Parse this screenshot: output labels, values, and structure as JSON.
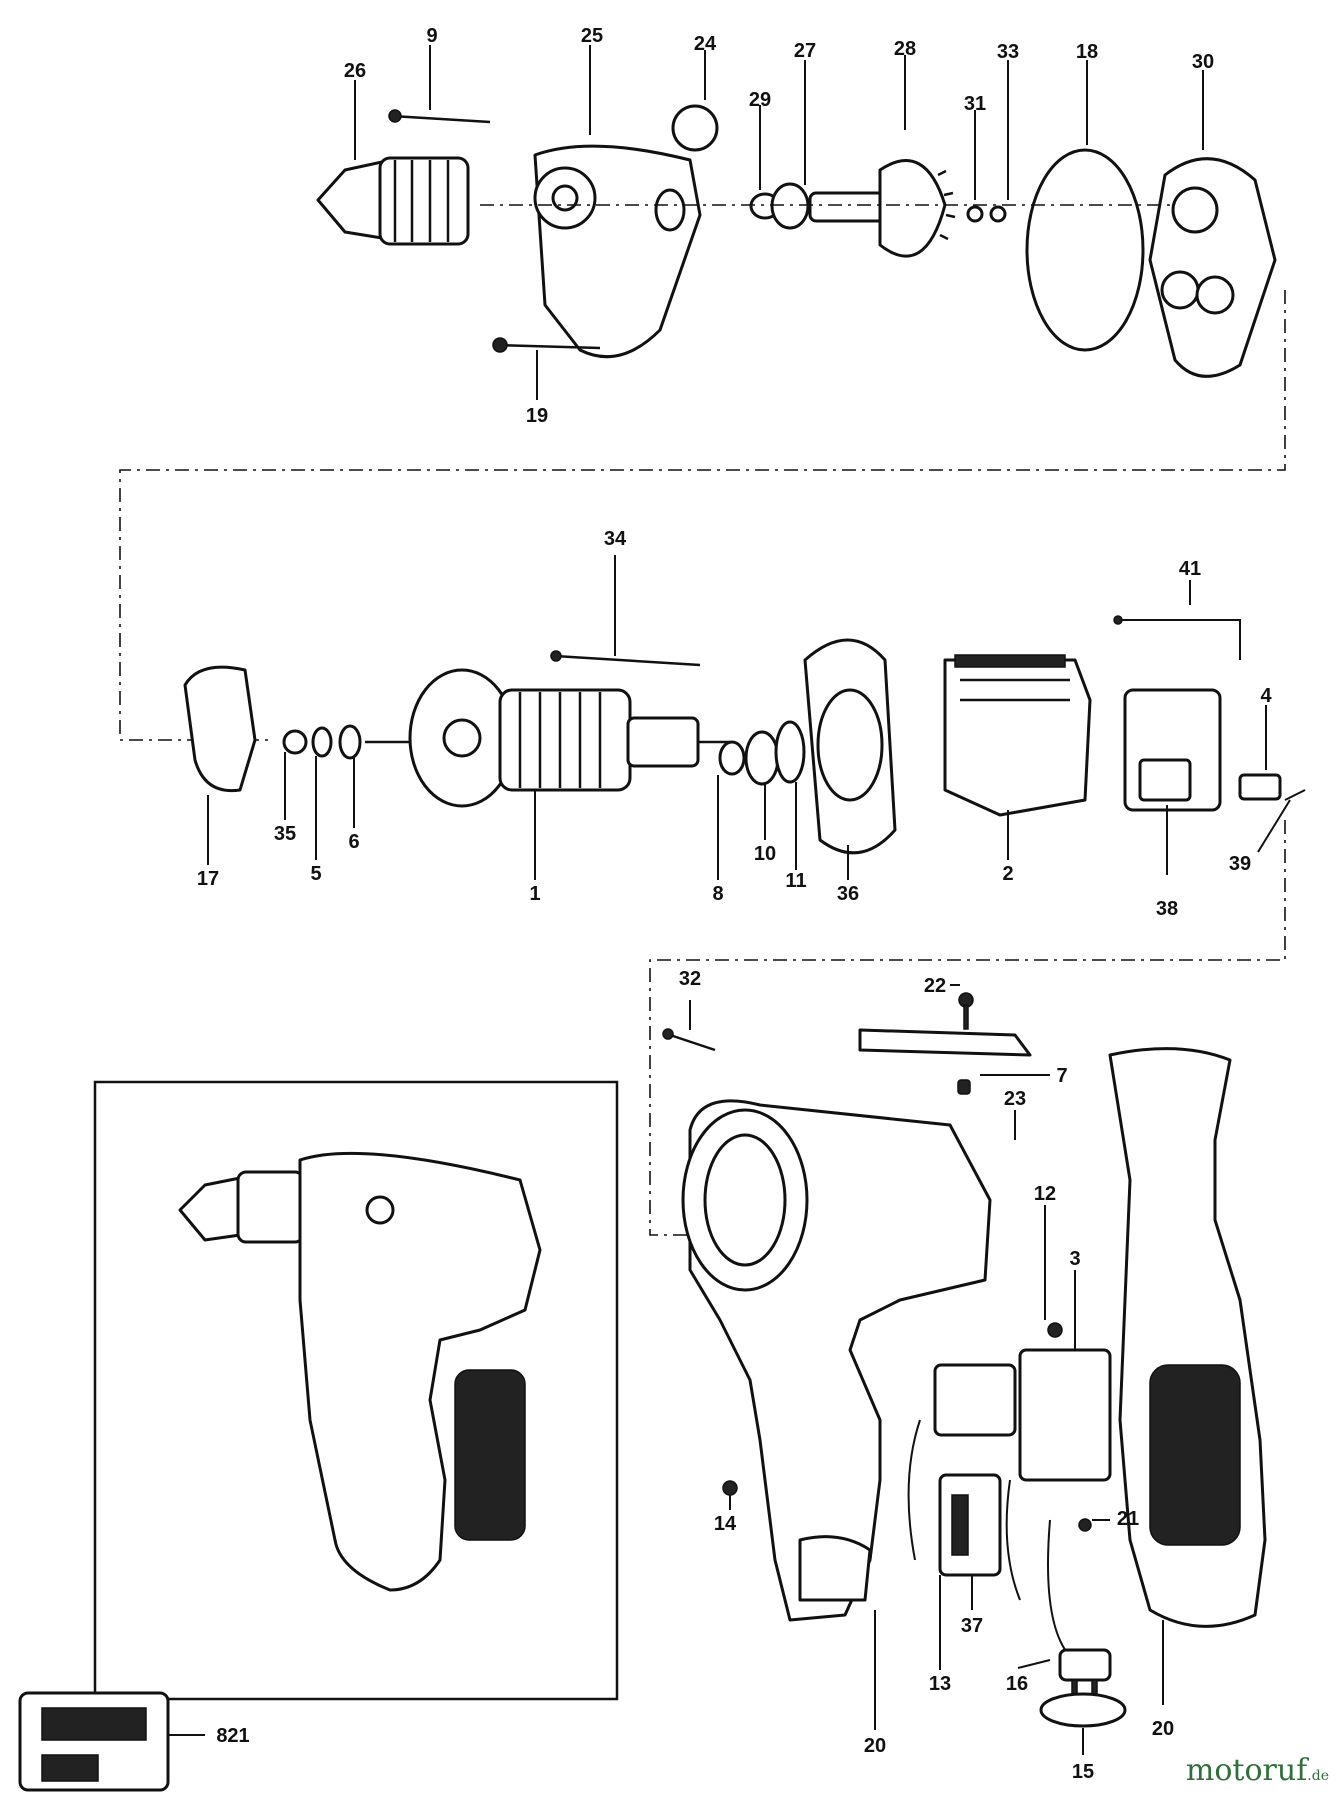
{
  "part_labels": [
    "9",
    "25",
    "24",
    "27",
    "28",
    "33",
    "18",
    "30",
    "26",
    "29",
    "31",
    "19",
    "34",
    "41",
    "4",
    "17",
    "35",
    "5",
    "6",
    "1",
    "8",
    "10",
    "11",
    "36",
    "2",
    "38",
    "39",
    "32",
    "22",
    "7",
    "23",
    "12",
    "3",
    "21",
    "14",
    "37",
    "13",
    "16",
    "20",
    "20",
    "15",
    "821"
  ],
  "watermark": {
    "brand": "motoruf",
    "tld": ".de"
  },
  "colors": {
    "line": "#111111",
    "paper": "#ffffff",
    "watermark": "#2f6f3a"
  }
}
